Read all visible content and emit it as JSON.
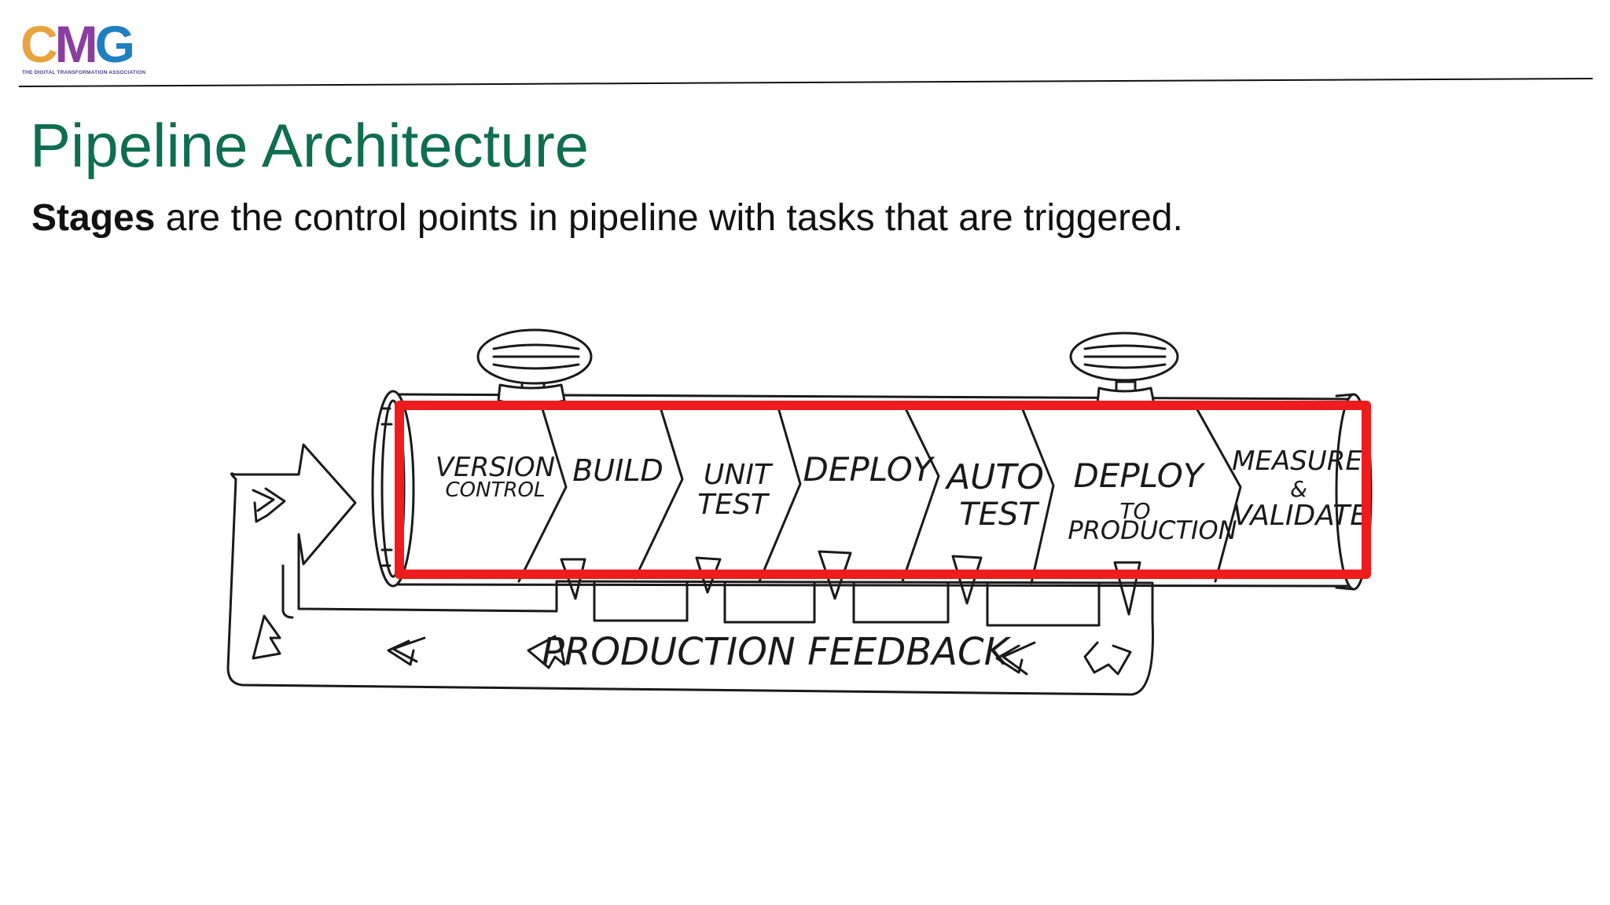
{
  "logo": {
    "letters": [
      "C",
      "M",
      "G"
    ],
    "tagline": "THE DIGITAL TRANSFORMATION ASSOCIATION",
    "colors": [
      "#e8a33d",
      "#8a3fa0",
      "#1e7fc1"
    ]
  },
  "slide": {
    "title": "Pipeline Architecture",
    "subtitle_bold": "Stages",
    "subtitle_rest": " are the control points in pipeline with tasks that are triggered."
  },
  "pipeline": {
    "stages": [
      [
        "VERSION",
        "CONTROL"
      ],
      [
        "BUILD"
      ],
      [
        "UNIT",
        "TEST"
      ],
      [
        "DEPLOY"
      ],
      [
        "AUTO",
        "TEST"
      ],
      [
        "DEPLOY",
        "TO",
        "PRODUCTION"
      ],
      [
        "MEASURE",
        "&",
        "VALIDATE"
      ]
    ],
    "feedback_label": "PRODUCTION FEEDBACK",
    "highlight_color": "#ee1c1c"
  },
  "colors": {
    "title": "#0e6e4f",
    "ink": "#1a1a1a"
  }
}
